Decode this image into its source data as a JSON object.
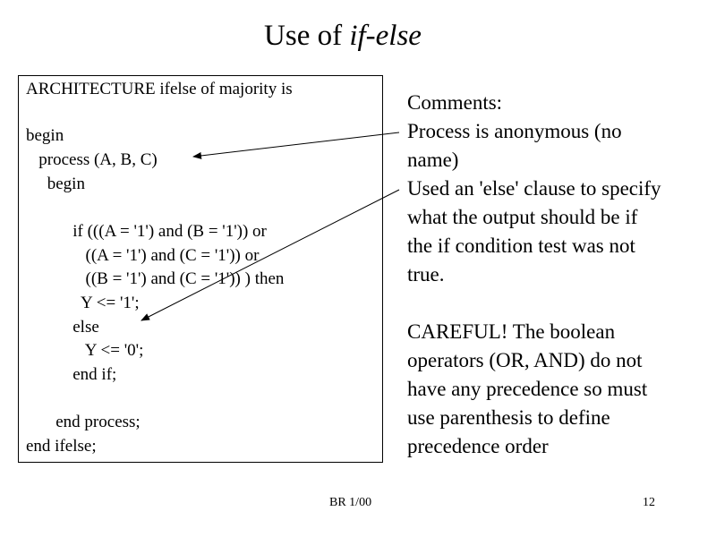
{
  "title_prefix": "Use of ",
  "title_em": "if-else",
  "code": [
    "ARCHITECTURE ifelse of majority is",
    "begin",
    "   process (A, B, C)",
    "     begin",
    "           if (((A = '1') and (B = '1')) or",
    "              ((A = '1') and (C = '1')) or",
    "              ((B = '1') and (C = '1')) ) then",
    "             Y <= '1';",
    "           else",
    "              Y <= '0';",
    "           end if;",
    "       end process;",
    "end ifelse;"
  ],
  "comments": [
    "Comments:",
    "Process is anonymous (no",
    "name)",
    "Used an 'else' clause to specify",
    "what the output should be if",
    "the if condition test was not",
    "true.",
    "",
    "CAREFUL! The boolean",
    "operators (OR, AND) do not",
    "have any precedence so must",
    "use parenthesis to define",
    "precedence order"
  ],
  "footer": {
    "center": "BR 1/00",
    "page": "12"
  }
}
